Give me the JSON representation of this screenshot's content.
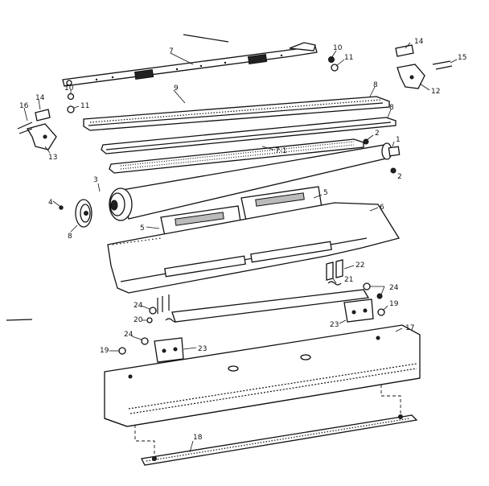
{
  "callouts": [
    {
      "id": "c-7",
      "text": "7"
    },
    {
      "id": "c-10a",
      "text": "10"
    },
    {
      "id": "c-11a",
      "text": "11"
    },
    {
      "id": "c-14a",
      "text": "14"
    },
    {
      "id": "c-15",
      "text": "15"
    },
    {
      "id": "c-12",
      "text": "12"
    },
    {
      "id": "c-10b",
      "text": "10"
    },
    {
      "id": "c-11b",
      "text": "11"
    },
    {
      "id": "c-14b",
      "text": "14"
    },
    {
      "id": "c-16",
      "text": "16"
    },
    {
      "id": "c-13",
      "text": "13"
    },
    {
      "id": "c-9",
      "text": "9"
    },
    {
      "id": "c-8a",
      "text": "8"
    },
    {
      "id": "c-8b",
      "text": "8"
    },
    {
      "id": "c-2a",
      "text": "2"
    },
    {
      "id": "c-71",
      "text": "7-1"
    },
    {
      "id": "c-1",
      "text": "1"
    },
    {
      "id": "c-2b",
      "text": "2"
    },
    {
      "id": "c-3",
      "text": "3"
    },
    {
      "id": "c-4",
      "text": "4"
    },
    {
      "id": "c-8c",
      "text": "8"
    },
    {
      "id": "c-5a",
      "text": "5"
    },
    {
      "id": "c-5b",
      "text": "5"
    },
    {
      "id": "c-6",
      "text": "6"
    },
    {
      "id": "c-22",
      "text": "22"
    },
    {
      "id": "c-21",
      "text": "21"
    },
    {
      "id": "c-24a",
      "text": "24"
    },
    {
      "id": "c-24b",
      "text": "24"
    },
    {
      "id": "c-19a",
      "text": "19"
    },
    {
      "id": "c-20",
      "text": "20"
    },
    {
      "id": "c-23a",
      "text": "23"
    },
    {
      "id": "c-17",
      "text": "17"
    },
    {
      "id": "c-24c",
      "text": "24"
    },
    {
      "id": "c-23b",
      "text": "23"
    },
    {
      "id": "c-19b",
      "text": "19"
    },
    {
      "id": "c-18",
      "text": "18"
    }
  ]
}
